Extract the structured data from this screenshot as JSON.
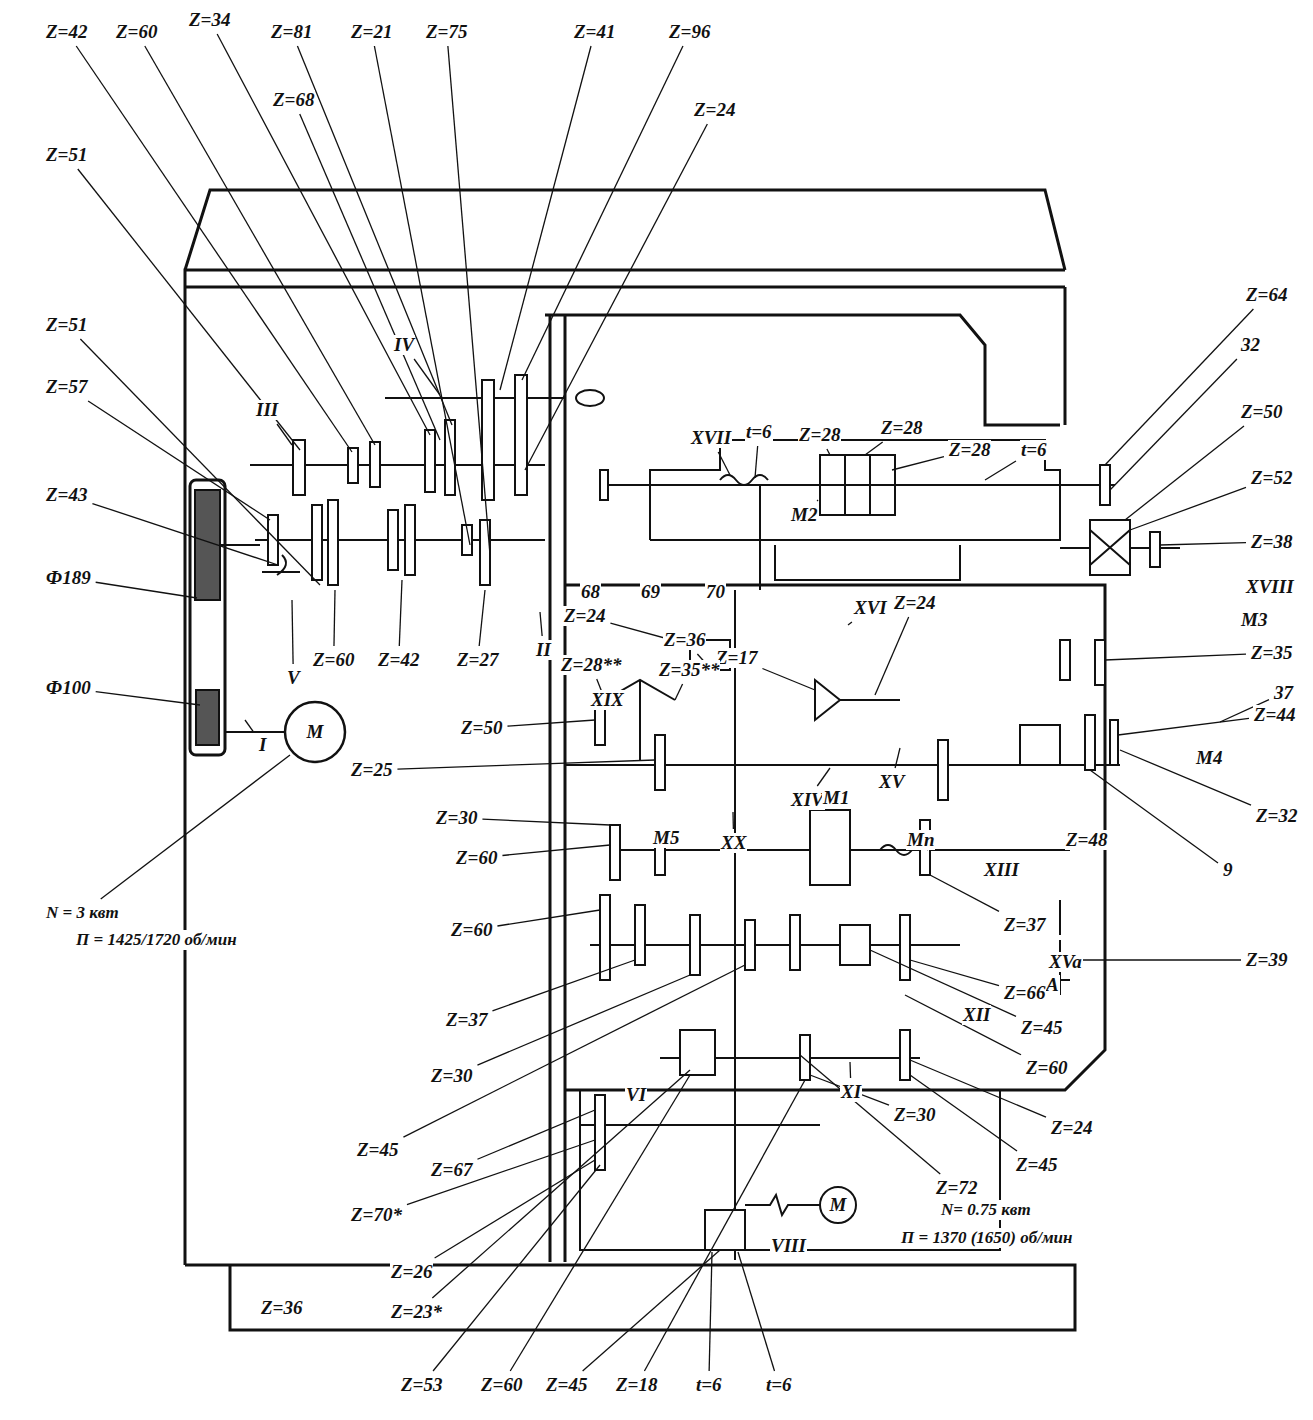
{
  "diagram": {
    "labels": [
      "Z=42",
      "Z=60",
      "Z=34",
      "Z=81",
      "Z=21",
      "Z=75",
      "Z=41",
      "Z=96",
      "Z=68",
      "Z=24",
      "Z=51",
      "Z=51",
      "Z=57",
      "Z=43",
      "Ф189",
      "Ф100",
      "III",
      "IV",
      "V",
      "I",
      "II",
      "Z=60",
      "Z=42",
      "Z=27",
      "M",
      "N = 3 квт",
      "П = 1425/1720 об/мин",
      "XVII",
      "t=6",
      "Z=28",
      "Z=28",
      "Z=28",
      "t=6",
      "M2",
      "68",
      "69",
      "70",
      "Z=24",
      "Z=36",
      "Z=17",
      "XVI",
      "Z=24",
      "Z=28**",
      "Z=35**",
      "XIX",
      "Z=50",
      "Z=25",
      "XIV",
      "XV",
      "Z=64",
      "32",
      "Z=50",
      "Z=52",
      "Z=38",
      "XVIII",
      "M3",
      "Z=35",
      "37",
      "Z=44",
      "M4",
      "Z=32",
      "9",
      "Z=39",
      "XVa",
      "A",
      "Z=30",
      "XX",
      "Mп",
      "M1",
      "Z=60",
      "XIII",
      "Z=48",
      "Z=37",
      "Z=60",
      "M5",
      "Z=37",
      "Z=66",
      "XII",
      "Z=45",
      "Z=30",
      "Z=60",
      "VI",
      "XI",
      "Z=30",
      "Z=24",
      "Z=45",
      "Z=45",
      "Z=67",
      "Z=72",
      "Z=70*",
      "N= 0.75 квт",
      "П = 1370 (1650) об/мин",
      "M",
      "Z=26",
      "VIII",
      "Z=36",
      "Z=23*",
      "Z=53",
      "Z=60",
      "Z=45",
      "Z=18",
      "t=6",
      "t=6"
    ]
  }
}
